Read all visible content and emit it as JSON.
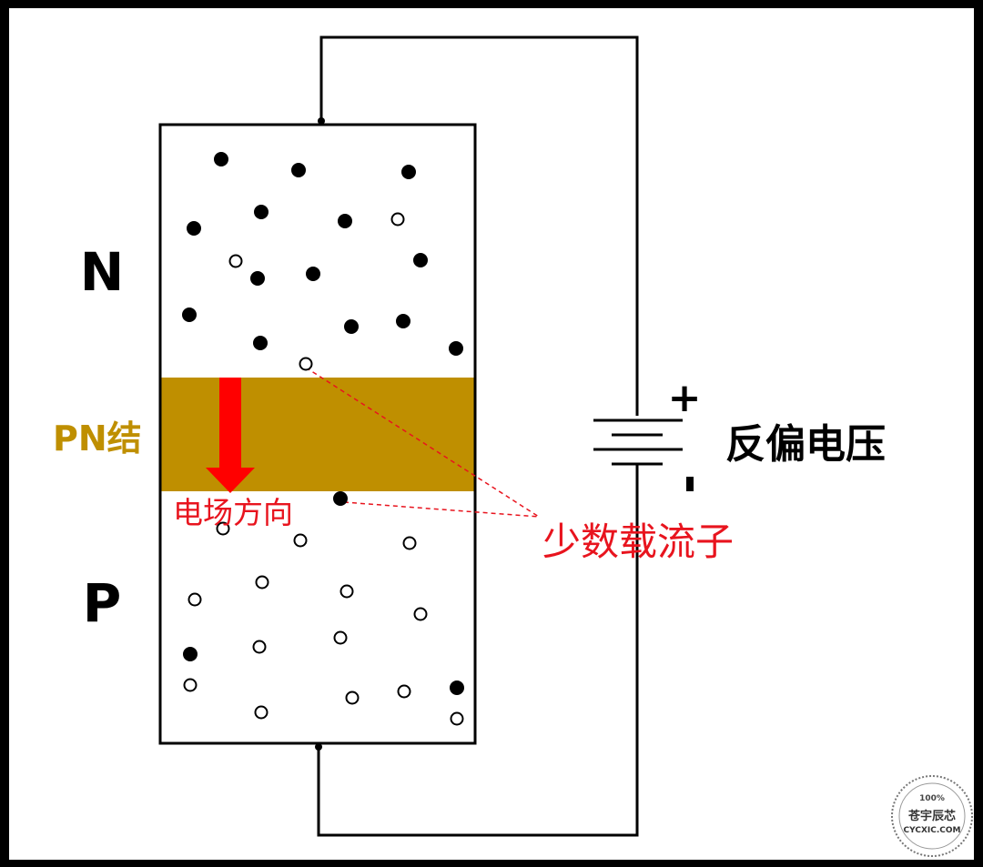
{
  "labels": {
    "n_region": "N",
    "p_region": "P",
    "junction": "PN结",
    "field_direction": "电场方向",
    "minority_carriers": "少数载流子",
    "reverse_bias": "反偏电压",
    "battery_plus": "+",
    "battery_minus": "-"
  },
  "watermark": {
    "percent": "100%",
    "name": "苍宇辰芯",
    "site": "CYCXIC.COM"
  },
  "colors": {
    "junction_fill": "#BF8F00",
    "junction_text": "#BF8F00",
    "arrow": "#FF0000",
    "annotation_red": "#E8141E",
    "line": "#000000"
  }
}
